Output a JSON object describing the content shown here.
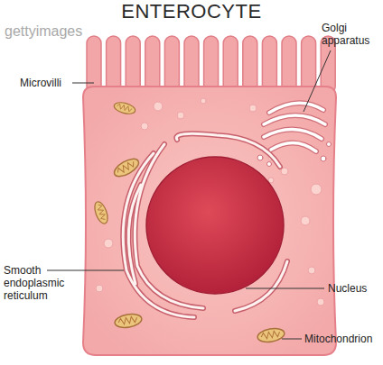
{
  "diagram": {
    "title": "ENTEROCYTE",
    "labels": [
      "gettyimages",
      "Microvilli",
      "Golgi apparatus",
      "Smooth endoplasmic reticulum",
      "Nucleus",
      "Mitochondrion"
    ]
  }
}
